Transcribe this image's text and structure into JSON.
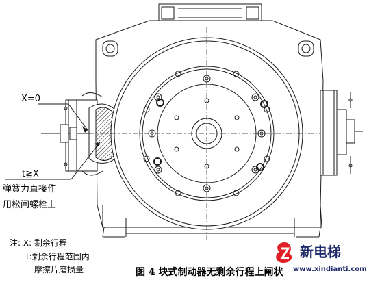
{
  "annotations": {
    "clearance_zero": "X=0",
    "t_ge_x": "t≧X",
    "spring_action_line1": "弹簧力直接作",
    "spring_action_line2": "用松闸螺栓上"
  },
  "notes": {
    "line1": "注: X: 剩余行程",
    "line2": "t:剩余行程范围内",
    "line3": "摩擦片磨损量"
  },
  "caption": "图 4 块式制动器无剩余行程上闸状",
  "watermark": {
    "brand": "新电梯",
    "url": "www.xindianti.com",
    "color_primary": "#e01f26",
    "color_text": "#1f2a6b"
  },
  "colors": {
    "line": "#1a1a1a",
    "background": "#ffffff"
  }
}
